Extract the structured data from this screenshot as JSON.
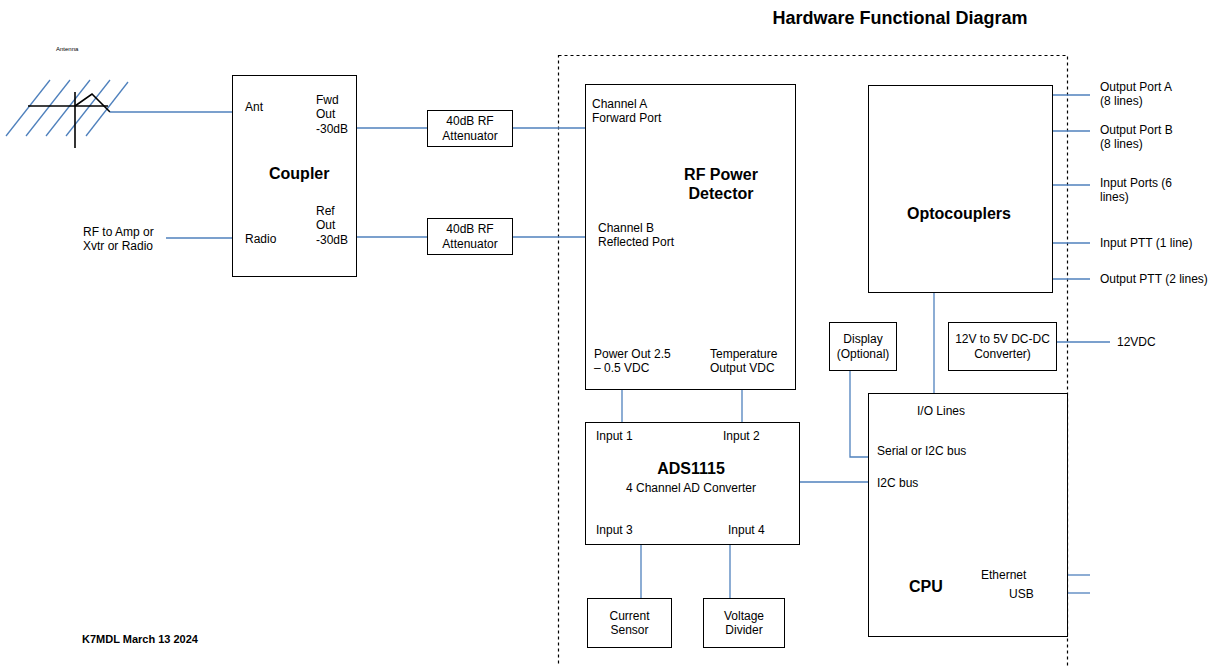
{
  "diagram": {
    "title": "Hardware Functional Diagram",
    "nodes": [
      {
        "text": [
          "Ant",
          "Fwd Out -30dB",
          "Coupler",
          "Radio",
          "Ref Out -30dB"
        ]
      },
      {
        "text": [
          "40dB RF Attenuator"
        ]
      },
      {
        "text": [
          "40dB RF Attenuator"
        ]
      },
      {
        "text": [
          "Channel A Forward Port",
          "RF Power Detector",
          "Channel B Reflected Port",
          "Power Out 2.5 – 0.5 VDC",
          "Temperature Output VDC"
        ]
      },
      {
        "text": [
          "Optocouplers"
        ]
      },
      {
        "text": [
          "Display (Optional)"
        ]
      },
      {
        "text": [
          "12V to 5V DC-DC Converter)"
        ]
      },
      {
        "text": [
          "Input 1",
          "Input 2",
          "ADS1115",
          "4 Channel AD Converter",
          "Input 3",
          "Input 4"
        ]
      },
      {
        "text": [
          "I/O Lines",
          "Serial or I2C bus",
          "I2C bus",
          "CPU",
          "Ethernet",
          "USB"
        ]
      },
      {
        "text": [
          "Current Sensor"
        ]
      },
      {
        "text": [
          "Voltage Divider"
        ]
      }
    ],
    "edges": [
      {
        "from": 0,
        "to": 1,
        "arrow": "none"
      },
      {
        "from": 0,
        "to": 2,
        "arrow": "none"
      },
      {
        "from": 1,
        "to": 3,
        "arrow": "none"
      },
      {
        "from": 2,
        "to": 3,
        "arrow": "none"
      },
      {
        "from": 3,
        "to": 7,
        "arrow": "none"
      },
      {
        "from": 3,
        "to": 7,
        "arrow": "none"
      },
      {
        "from": 7,
        "to": 9,
        "arrow": "none"
      },
      {
        "from": 7,
        "to": 10,
        "arrow": "none"
      },
      {
        "from": 7,
        "to": 8,
        "arrow": "none"
      },
      {
        "from": 4,
        "to": 8,
        "arrow": "none"
      },
      {
        "from": 5,
        "to": 8,
        "arrow": "none"
      }
    ],
    "labels": [
      "Antenna",
      "RF to Amp or Xvtr or Radio",
      "Output Port A (8 lines)",
      "Output Port B (8 lines)",
      "Input Ports (6 lines)",
      "Input PTT (1 line)",
      "Output PTT (2 lines)",
      "12VDC",
      "K7MDL March 13 2024"
    ]
  }
}
